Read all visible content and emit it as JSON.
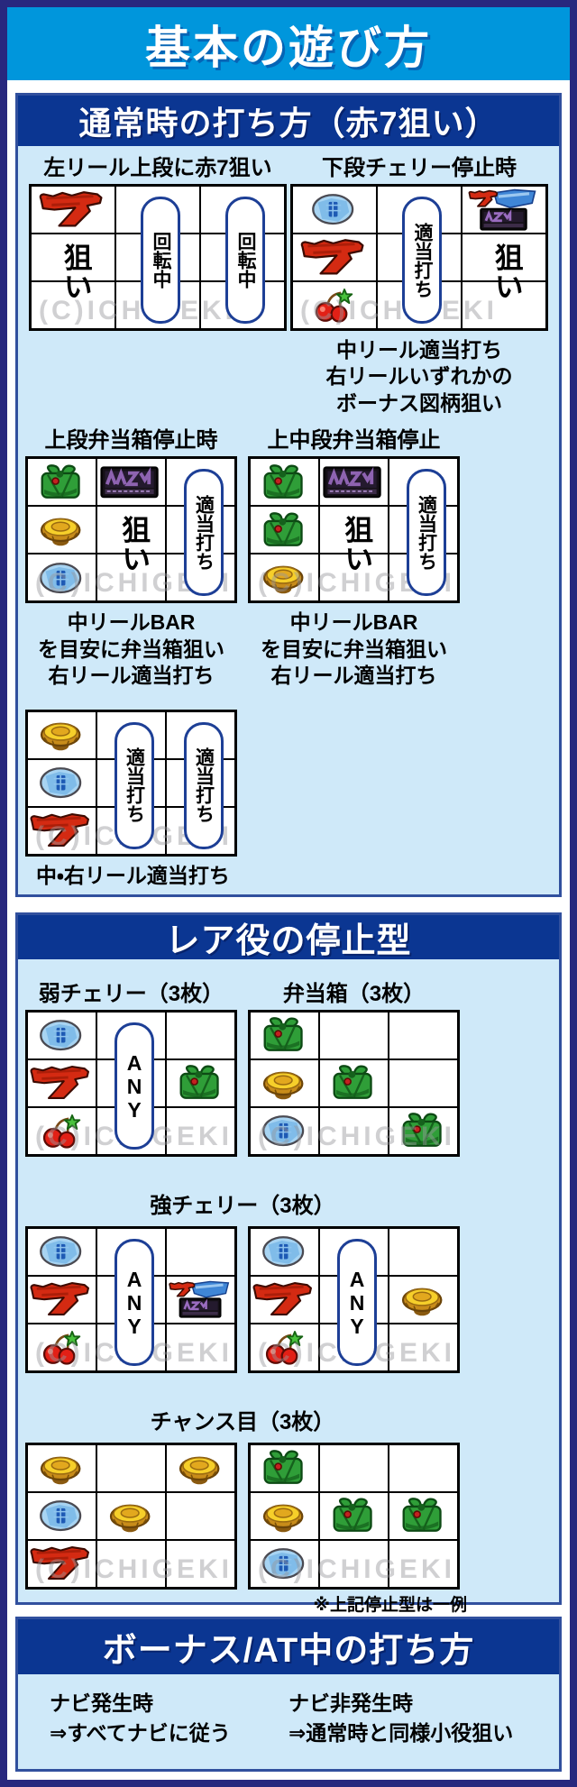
{
  "page_title": "基本の遊び方",
  "watermark": "(C)ICHIGEKI",
  "colors": {
    "accent_blue": "#0096dc",
    "header_navy": "#0b3692",
    "frame_indigo": "#28287e",
    "panel_border": "#31509e",
    "body_light_blue": "#cfe9f9",
    "pill_border": "#1d3f96"
  },
  "sections": [
    {
      "title": "通常時の打ち方（赤7狙い）",
      "rows": [
        {
          "wide": true,
          "grids": [
            {
              "label": "左リール上段に赤7狙い",
              "size": "wide",
              "cells": [
                [
                  "red7",
                  "",
                  ""
                ],
                [
                  "",
                  "",
                  ""
                ],
                [
                  "",
                  "",
                  ""
                ]
              ],
              "pills": [
                {
                  "col": 1,
                  "text": "回転中"
                },
                {
                  "col": 2,
                  "text": "回転中"
                }
              ],
              "aims": [
                {
                  "col": 0,
                  "text": "狙い"
                }
              ],
              "caption": []
            },
            {
              "label": "下段チェリー停止時",
              "size": "wide",
              "cells": [
                [
                  "bluecoin",
                  "",
                  "bonus"
                ],
                [
                  "red7",
                  "",
                  ""
                ],
                [
                  "cherry",
                  "",
                  ""
                ]
              ],
              "pills": [
                {
                  "col": 1,
                  "text": "適当打ち"
                }
              ],
              "aims": [
                {
                  "col": 2,
                  "text": "狙い"
                }
              ],
              "caption": [
                "中リール適当打ち",
                "右リールいずれかの",
                "ボーナス図柄狙い"
              ]
            }
          ]
        },
        {
          "grids": [
            {
              "label": "上段弁当箱停止時",
              "size": "narrow",
              "cells": [
                [
                  "bento",
                  "bar",
                  ""
                ],
                [
                  "goldcoin",
                  "",
                  ""
                ],
                [
                  "bluecoin",
                  "",
                  ""
                ]
              ],
              "pills": [
                {
                  "col": 2,
                  "text": "適当打ち"
                }
              ],
              "aims": [
                {
                  "col": 1,
                  "text": "狙い"
                }
              ],
              "caption": [
                "中リールBAR",
                "を目安に弁当箱狙い",
                "右リール適当打ち"
              ]
            },
            {
              "label": "上中段弁当箱停止",
              "size": "narrow",
              "cells": [
                [
                  "bento",
                  "bar",
                  ""
                ],
                [
                  "bento",
                  "",
                  ""
                ],
                [
                  "goldcoin",
                  "",
                  ""
                ]
              ],
              "pills": [
                {
                  "col": 2,
                  "text": "適当打ち"
                }
              ],
              "aims": [
                {
                  "col": 1,
                  "text": "狙い"
                }
              ],
              "caption": [
                "中リールBAR",
                "を目安に弁当箱狙い",
                "右リール適当打ち"
              ]
            }
          ]
        },
        {
          "single": true,
          "grids": [
            {
              "label": "",
              "size": "narrow",
              "cells": [
                [
                  "goldcoin",
                  "",
                  ""
                ],
                [
                  "bluecoin",
                  "",
                  ""
                ],
                [
                  "red7",
                  "",
                  ""
                ]
              ],
              "pills": [
                {
                  "col": 1,
                  "text": "適当打ち"
                },
                {
                  "col": 2,
                  "text": "適当打ち"
                }
              ],
              "aims": [],
              "caption": [
                "中・右リール適当打ち"
              ],
              "caption_align": "left"
            }
          ]
        }
      ]
    },
    {
      "title": "レア役の停止型",
      "note": "※上記停止型は一例",
      "rows": [
        {
          "grids": [
            {
              "label": "弱チェリー（3枚）",
              "size": "narrow",
              "cells": [
                [
                  "bluecoin",
                  "",
                  ""
                ],
                [
                  "red7",
                  "",
                  "bento"
                ],
                [
                  "cherry",
                  "",
                  ""
                ]
              ],
              "pills": [
                {
                  "col": 1,
                  "text": "ANY",
                  "latin": true
                }
              ],
              "aims": [],
              "caption": []
            },
            {
              "label": "弁当箱（3枚）",
              "size": "narrow",
              "cells": [
                [
                  "bento",
                  "",
                  ""
                ],
                [
                  "goldcoin",
                  "bento",
                  ""
                ],
                [
                  "bluecoin",
                  "",
                  "bento"
                ]
              ],
              "pills": [],
              "aims": [],
              "caption": []
            }
          ]
        },
        {
          "heading": "強チェリー（3枚）",
          "grids": [
            {
              "label": "",
              "size": "narrow",
              "cells": [
                [
                  "bluecoin",
                  "",
                  ""
                ],
                [
                  "red7",
                  "",
                  "bonus"
                ],
                [
                  "cherry",
                  "",
                  ""
                ]
              ],
              "pills": [
                {
                  "col": 1,
                  "text": "ANY",
                  "latin": true
                }
              ],
              "aims": [],
              "caption": []
            },
            {
              "label": "",
              "size": "narrow",
              "cells": [
                [
                  "bluecoin",
                  "",
                  ""
                ],
                [
                  "red7",
                  "",
                  "goldcoin"
                ],
                [
                  "cherry",
                  "",
                  ""
                ]
              ],
              "pills": [
                {
                  "col": 1,
                  "text": "ANY",
                  "latin": true
                }
              ],
              "aims": [],
              "caption": []
            }
          ]
        },
        {
          "heading": "チャンス目（3枚）",
          "grids": [
            {
              "label": "",
              "size": "narrow",
              "cells": [
                [
                  "goldcoin",
                  "",
                  "goldcoin"
                ],
                [
                  "bluecoin",
                  "goldcoin",
                  ""
                ],
                [
                  "red7",
                  "",
                  ""
                ]
              ],
              "pills": [],
              "aims": [],
              "caption": []
            },
            {
              "label": "",
              "size": "narrow",
              "cells": [
                [
                  "bento",
                  "",
                  ""
                ],
                [
                  "goldcoin",
                  "bento",
                  "bento"
                ],
                [
                  "bluecoin",
                  "",
                  ""
                ]
              ],
              "pills": [],
              "aims": [],
              "caption": []
            }
          ]
        }
      ]
    },
    {
      "title": "ボーナス/AT中の打ち方",
      "columns": [
        {
          "lines": [
            "ナビ発生時",
            "⇒すべてナビに従う"
          ]
        },
        {
          "lines": [
            "ナビ非発生時",
            "⇒通常時と同様小役狙い"
          ]
        }
      ]
    }
  ]
}
